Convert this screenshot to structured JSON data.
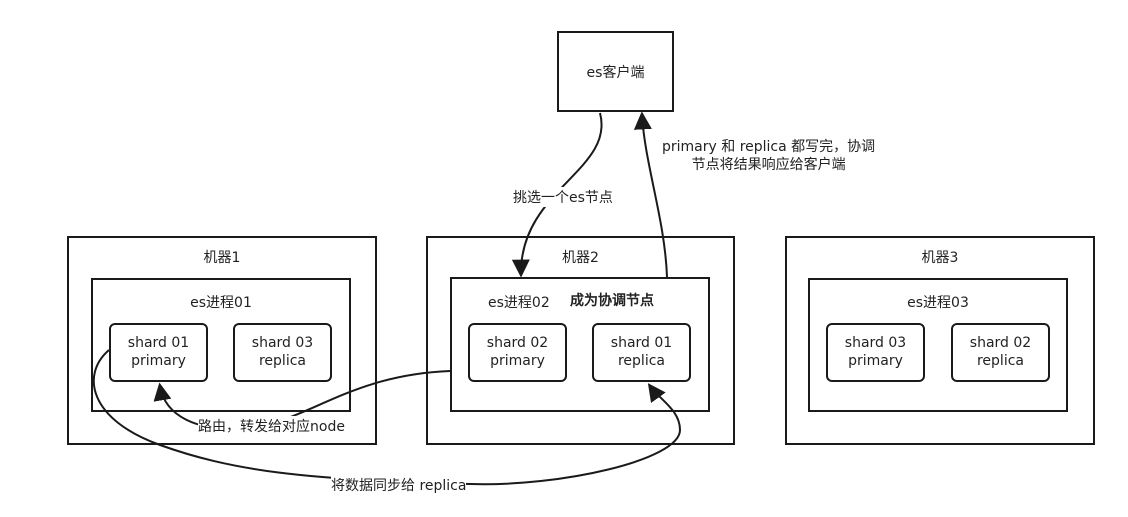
{
  "client": {
    "label": "es客户端"
  },
  "machines": [
    {
      "label": "机器1",
      "process": {
        "label": "es进程01",
        "shards": [
          {
            "name": "shard 01",
            "role": "primary"
          },
          {
            "name": "shard 03",
            "role": "replica"
          }
        ]
      }
    },
    {
      "label": "机器2",
      "process": {
        "label": "es进程02",
        "note": "成为协调节点",
        "shards": [
          {
            "name": "shard 02",
            "role": "primary"
          },
          {
            "name": "shard 01",
            "role": "replica"
          }
        ]
      }
    },
    {
      "label": "机器3",
      "process": {
        "label": "es进程03",
        "shards": [
          {
            "name": "shard 03",
            "role": "primary"
          },
          {
            "name": "shard 02",
            "role": "replica"
          }
        ]
      }
    }
  ],
  "annotations": {
    "pick_node": "挑选一个es节点",
    "response_line1": "primary 和 replica 都写完，协调",
    "response_line2": "节点将结果响应给客户端",
    "route": "路由，转发给对应node",
    "sync": "将数据同步给 replica"
  }
}
